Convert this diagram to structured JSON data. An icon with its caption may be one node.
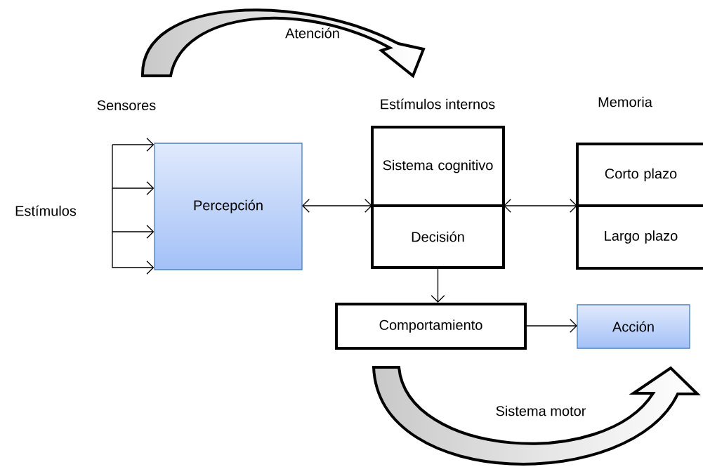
{
  "diagram": {
    "nodes": [
      {
        "text": [
          "Percepción"
        ]
      },
      {
        "text": [
          "Sistema cognitivo"
        ]
      },
      {
        "text": [
          "Decisión"
        ]
      },
      {
        "text": [
          "Corto plazo"
        ]
      },
      {
        "text": [
          "Largo plazo"
        ]
      },
      {
        "text": [
          "Comportamiento"
        ]
      },
      {
        "text": [
          "Acción"
        ]
      }
    ],
    "edges": [
      {
        "from": null,
        "to": 0,
        "arrow": "to"
      },
      {
        "from": null,
        "to": 0,
        "arrow": "to"
      },
      {
        "from": null,
        "to": 0,
        "arrow": "to"
      },
      {
        "from": null,
        "to": 0,
        "arrow": "to"
      },
      {
        "from": 0,
        "to": 1,
        "arrow": "both"
      },
      {
        "from": 1,
        "to": 3,
        "arrow": "both"
      },
      {
        "from": 2,
        "to": 5,
        "arrow": "to"
      },
      {
        "from": 5,
        "to": 6,
        "arrow": "to"
      }
    ],
    "labels": [
      "Atención",
      "Sensores",
      "Estímulos internos",
      "Memoria",
      "Estímulos",
      "Sistema motor"
    ]
  }
}
